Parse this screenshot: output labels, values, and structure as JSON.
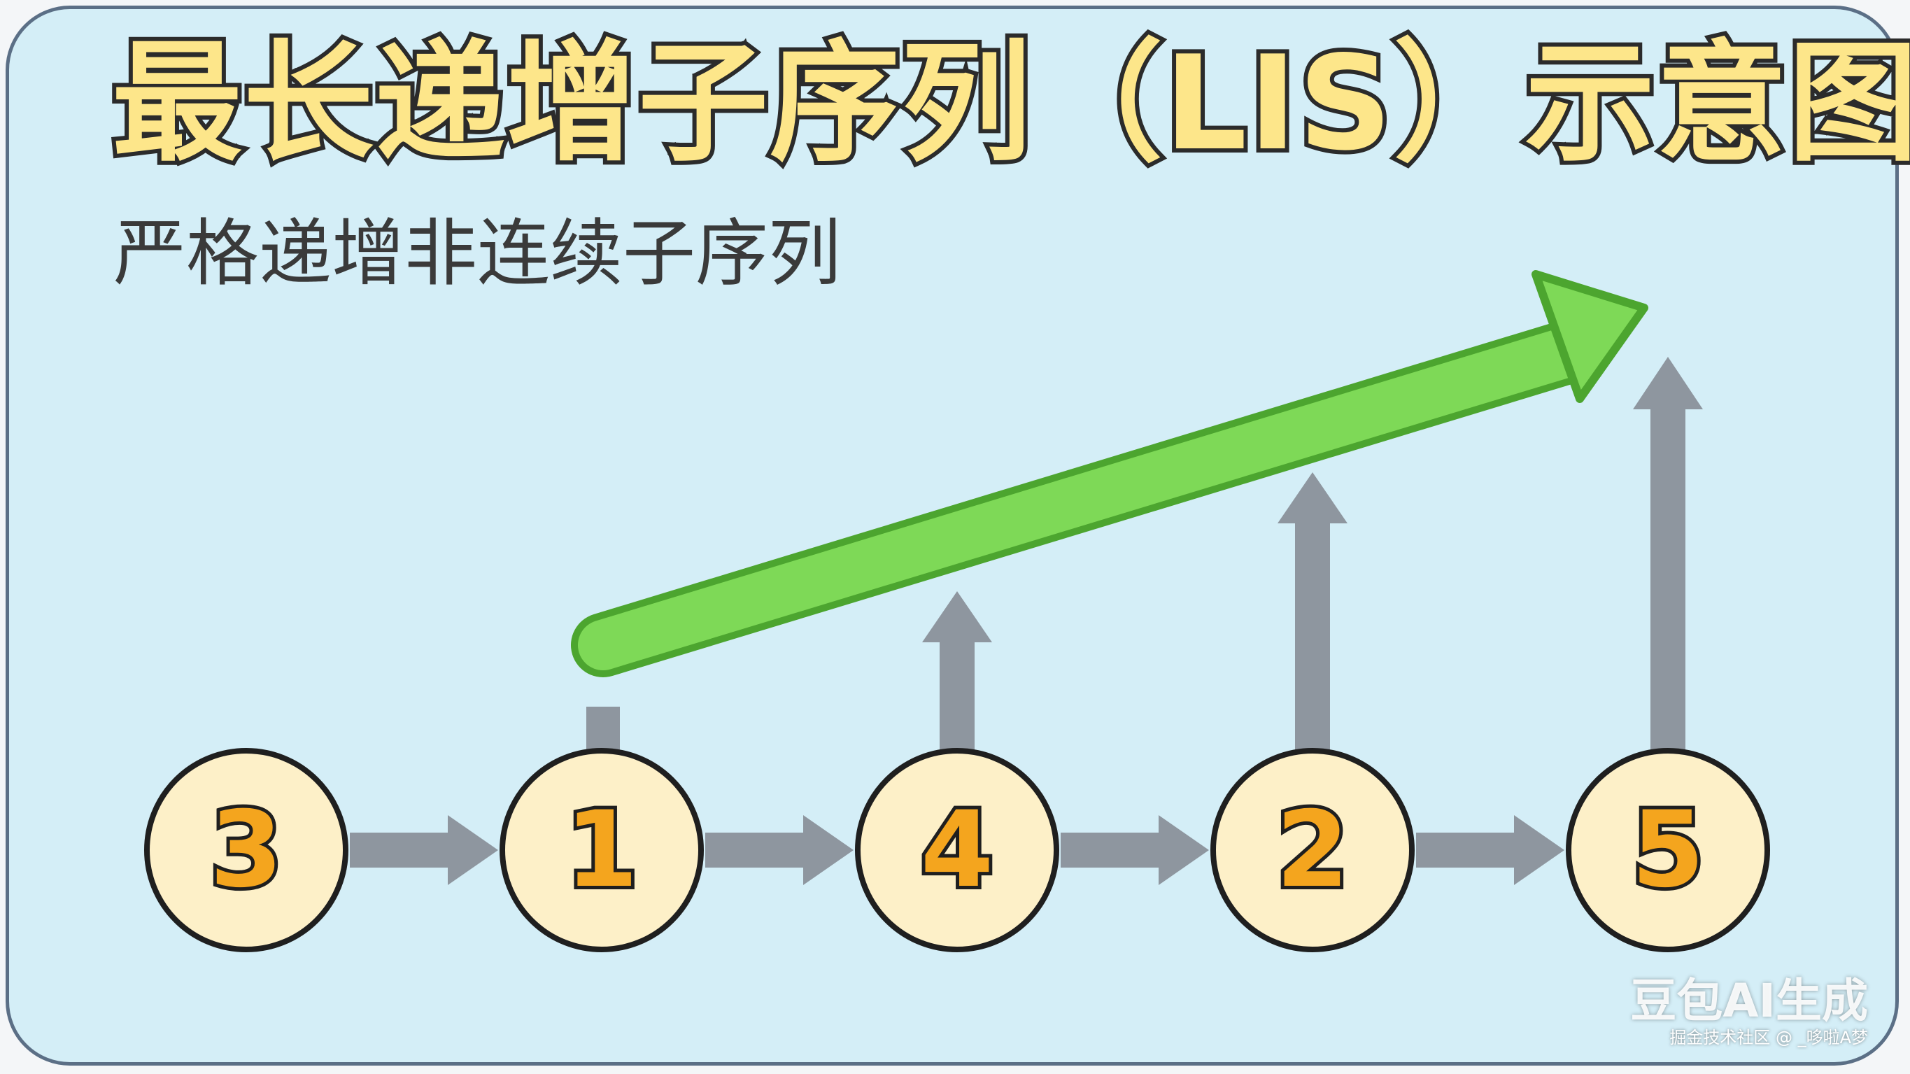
{
  "title": "最长递增子序列（LIS）示意图",
  "subtitle": "严格递增非连续子序列",
  "sequence": [
    "3",
    "1",
    "4",
    "2",
    "5"
  ],
  "lis_indices": [
    1,
    3,
    4
  ],
  "watermark": {
    "main": "豆包AI生成",
    "sub": "掘金技术社区 @ _哆啦A梦"
  },
  "colors": {
    "background": "#d4eef7",
    "border": "#5b6f86",
    "title_fill": "#fde68a",
    "node_fill": "#fdf0c8",
    "node_digit": "#f4a51e",
    "sequence_arrow": "#8e969f",
    "lis_arrow": "#7ed957"
  }
}
